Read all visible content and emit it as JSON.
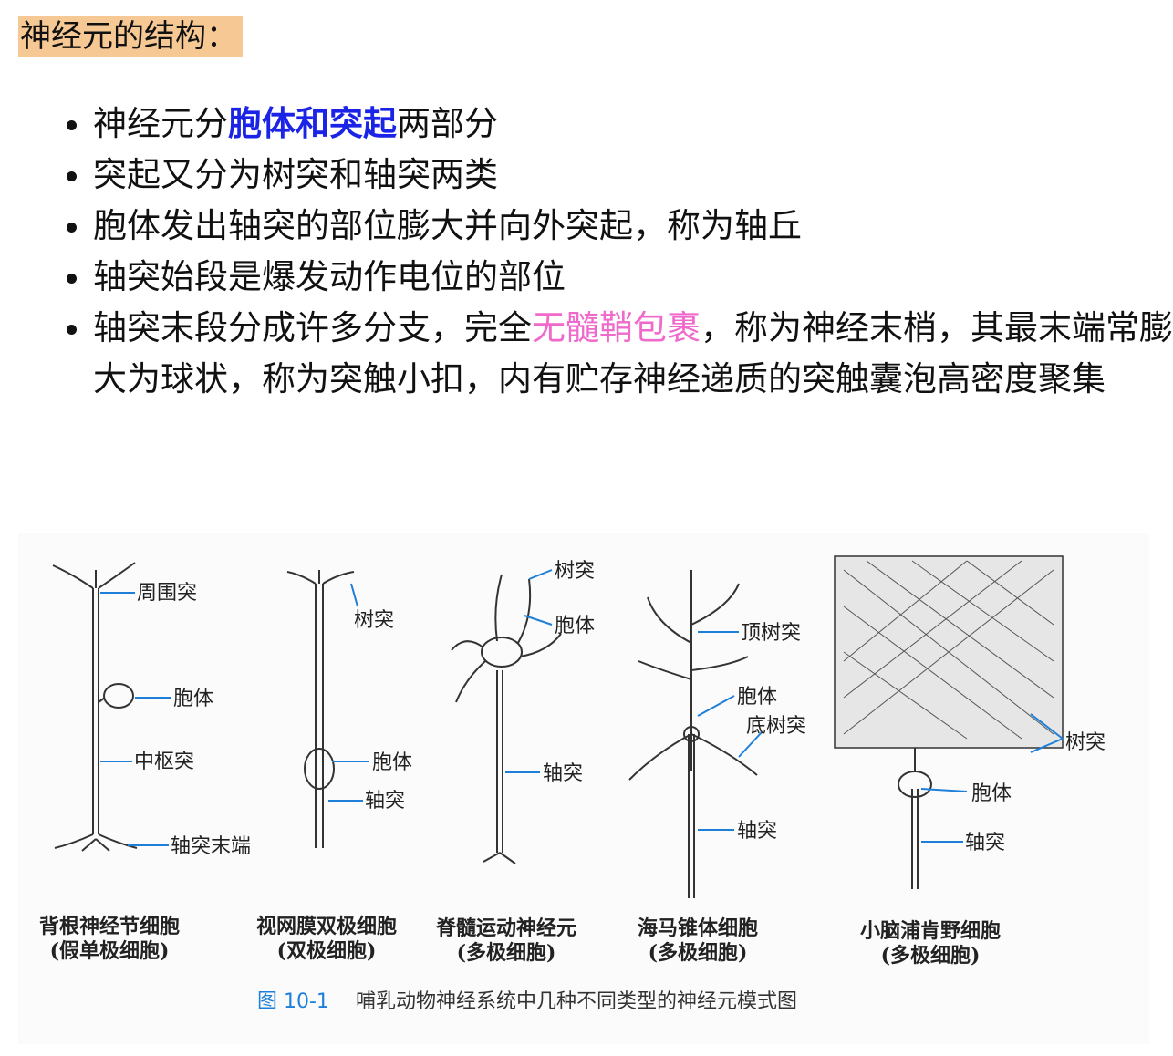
{
  "title": "神经元的结构：",
  "bullets": [
    {
      "before": "神经元分",
      "highlight": "胞体和突起",
      "after": "两部分"
    },
    {
      "before": "突起又分为树突和轴突两类",
      "highlight": "",
      "after": ""
    },
    {
      "before": "胞体发出轴突的部位膨大并向外突起，称为轴丘",
      "highlight": "",
      "after": ""
    },
    {
      "before": "轴突始段是爆发动作电位的部位",
      "highlight": "",
      "after": ""
    },
    {
      "before": "轴突末段分成许多分支，完全",
      "highlight": "无髓鞘包裹",
      "after": "，称为神经末梢，其最末端常膨大为球状，称为突触小扣，内有贮存神经递质的突触囊泡高密度聚集"
    }
  ],
  "colors": {
    "title_bg": "#f6c894",
    "blue": "#1a23e6",
    "pink": "#f06acb",
    "label_line": "#1e7fd8"
  },
  "figure": {
    "cells": [
      {
        "name": "背根神经节细胞",
        "type": "(假单极细胞)",
        "labels": [
          "周围突",
          "胞体",
          "中枢突",
          "轴突末端"
        ]
      },
      {
        "name": "视网膜双极细胞",
        "type": "(双极细胞)",
        "labels": [
          "树突",
          "胞体",
          "轴突"
        ]
      },
      {
        "name": "脊髓运动神经元",
        "type": "(多极细胞)",
        "labels": [
          "树突",
          "胞体",
          "轴突"
        ]
      },
      {
        "name": "海马锥体细胞",
        "type": "(多极细胞)",
        "labels": [
          "顶树突",
          "胞体",
          "底树突",
          "轴突"
        ]
      },
      {
        "name": "小脑浦肯野细胞",
        "type": "(多极细胞)",
        "labels": [
          "树突",
          "胞体",
          "轴突"
        ]
      }
    ],
    "caption_num": "图 10-1",
    "caption_text": "哺乳动物神经系统中几种不同类型的神经元模式图"
  }
}
